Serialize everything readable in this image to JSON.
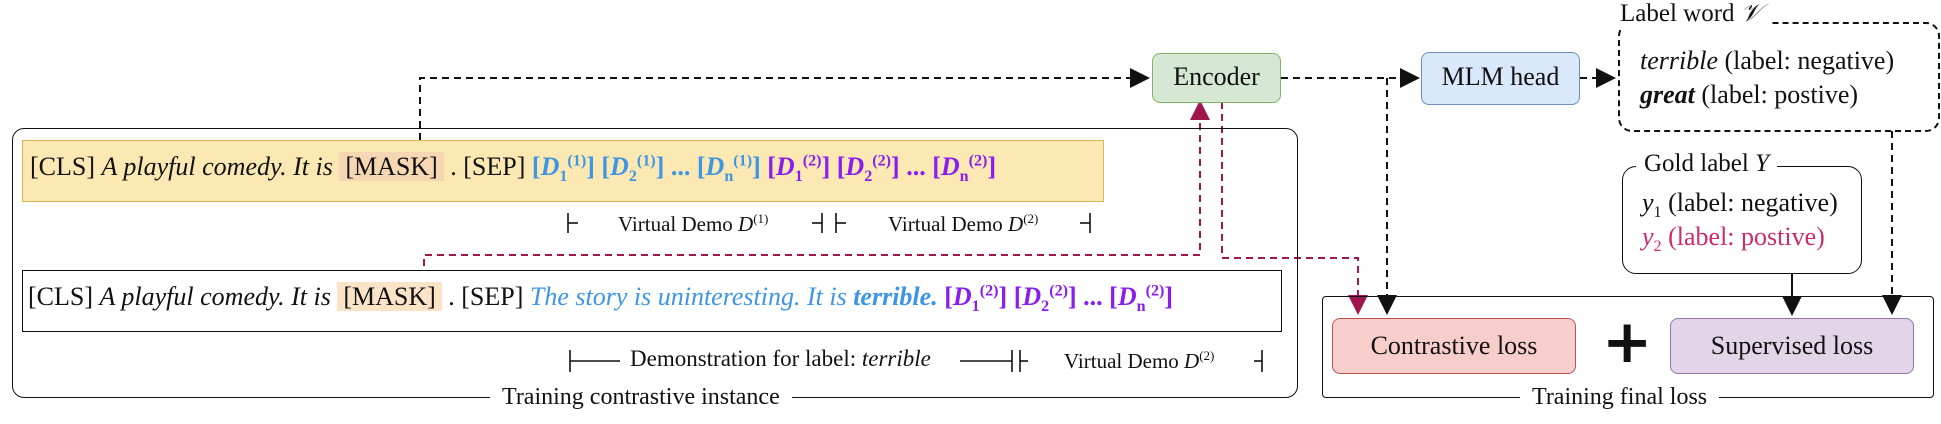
{
  "encoder": {
    "label": "Encoder"
  },
  "mlm_head": {
    "label": "MLM head"
  },
  "label_word": {
    "title": "Label word",
    "title_symbol": "𝒱",
    "items": [
      {
        "word": "terrible",
        "desc": "(label: negative)"
      },
      {
        "word": "great",
        "desc": "(label: postive)"
      }
    ]
  },
  "gold_label": {
    "title": "Gold label",
    "title_symbol": "Y",
    "items": [
      {
        "var": "y",
        "sub": "1",
        "desc": "(label: negative)"
      },
      {
        "var": "y",
        "sub": "2",
        "desc": "(label: postive)"
      }
    ]
  },
  "row1": {
    "cls": "[CLS]",
    "sentence": "A playful comedy. It is",
    "mask": "[MASK]",
    "dot_sep": ". [SEP]",
    "ellipsis": "...",
    "demo1_label": "Virtual Demo",
    "demo1_sup": "(1)",
    "demo2_label": "Virtual Demo",
    "demo2_sup": "(2)"
  },
  "row2": {
    "cls": "[CLS]",
    "sentence": "A playful comedy. It is",
    "mask": "[MASK]",
    "dot_sep": ". [SEP]",
    "demo_text": "The story is uninteresting. It is",
    "demo_word": "terrible.",
    "ellipsis": "...",
    "demo_label_prefix": "Demonstration for label:",
    "demo_label_word": "terrible",
    "virtual_label": "Virtual Demo",
    "virtual_sup": "(2)"
  },
  "training_instance_label": "Training contrastive instance",
  "contrastive_loss": {
    "label": "Contrastive loss"
  },
  "plus": "+",
  "supervised_loss": {
    "label": "Supervised loss"
  },
  "training_final_loss_label": "Training final loss",
  "colors": {
    "encoder_fill": "#d5e8d4",
    "encoder_stroke": "#82b366",
    "mlm_fill": "#dae8fc",
    "mlm_stroke": "#6c8ebf",
    "contrastive_fill": "#f8cecc",
    "contrastive_stroke": "#b85450",
    "supervised_fill": "#e1d5e7",
    "supervised_stroke": "#9673a6",
    "row1_fill": "#fce8b2",
    "row1_stroke": "#d6b656",
    "blue": "#3d95e6",
    "purple": "#8a1df0",
    "pink": "#cc2b6e"
  }
}
